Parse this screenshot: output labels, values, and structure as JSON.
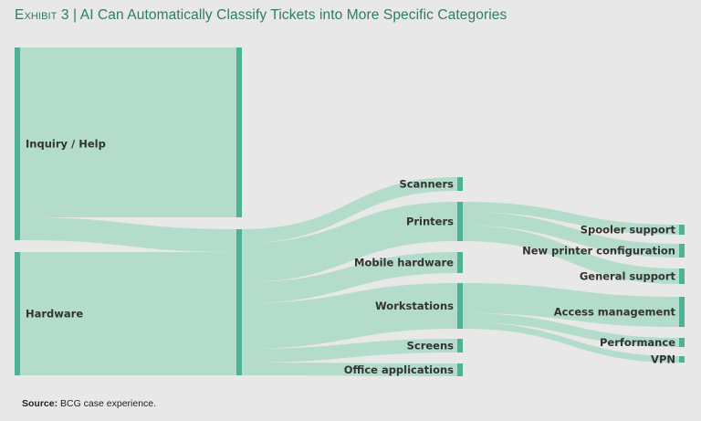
{
  "header": {
    "exhibit": "Exhibit 3",
    "separator": "|",
    "title": "AI Can Automatically Classify Tickets into More Specific Categories"
  },
  "footer": {
    "source_label": "Source:",
    "source_text": "BCG case experience."
  },
  "colors": {
    "node": "#4db394",
    "link": "#b3dccb",
    "title": "#2f7d5c",
    "text": "#333333"
  },
  "diagram": {
    "type": "sankey",
    "nodes": {
      "inquiry": {
        "label": "Inquiry / Help",
        "value": 211
      },
      "hardware": {
        "label": "Hardware",
        "value": 135
      },
      "inquiry_out": {
        "label": "",
        "value": 186
      },
      "hardware_all": {
        "label": "",
        "value": 160
      },
      "scanners": {
        "label": "Scanners",
        "value": 15
      },
      "printers": {
        "label": "Printers",
        "value": 43
      },
      "mobile": {
        "label": "Mobile hardware",
        "value": 23
      },
      "workstations": {
        "label": "Workstations",
        "value": 50
      },
      "screens": {
        "label": "Screens",
        "value": 15
      },
      "office": {
        "label": "Office applications",
        "value": 14
      },
      "spooler": {
        "label": "Spooler support",
        "value": 11
      },
      "newprinter": {
        "label": "New printer configuration",
        "value": 15
      },
      "general": {
        "label": "General support",
        "value": 17
      },
      "access": {
        "label": "Access management",
        "value": 33
      },
      "performance": {
        "label": "Performance",
        "value": 10
      },
      "vpn": {
        "label": "VPN",
        "value": 7
      }
    },
    "links": [
      {
        "source": "inquiry",
        "target": "inquiry_out",
        "value": 186
      },
      {
        "source": "inquiry",
        "target": "hardware_all",
        "value": 25
      },
      {
        "source": "hardware",
        "target": "hardware_all",
        "value": 135
      },
      {
        "source": "hardware_all",
        "target": "scanners",
        "value": 15
      },
      {
        "source": "hardware_all",
        "target": "printers",
        "value": 43
      },
      {
        "source": "hardware_all",
        "target": "mobile",
        "value": 23
      },
      {
        "source": "hardware_all",
        "target": "workstations",
        "value": 50
      },
      {
        "source": "hardware_all",
        "target": "screens",
        "value": 15
      },
      {
        "source": "hardware_all",
        "target": "office",
        "value": 14
      },
      {
        "source": "printers",
        "target": "spooler",
        "value": 11
      },
      {
        "source": "printers",
        "target": "newprinter",
        "value": 15
      },
      {
        "source": "printers",
        "target": "general",
        "value": 17
      },
      {
        "source": "workstations",
        "target": "access",
        "value": 33
      },
      {
        "source": "workstations",
        "target": "performance",
        "value": 10
      },
      {
        "source": "workstations",
        "target": "vpn",
        "value": 7
      }
    ]
  }
}
